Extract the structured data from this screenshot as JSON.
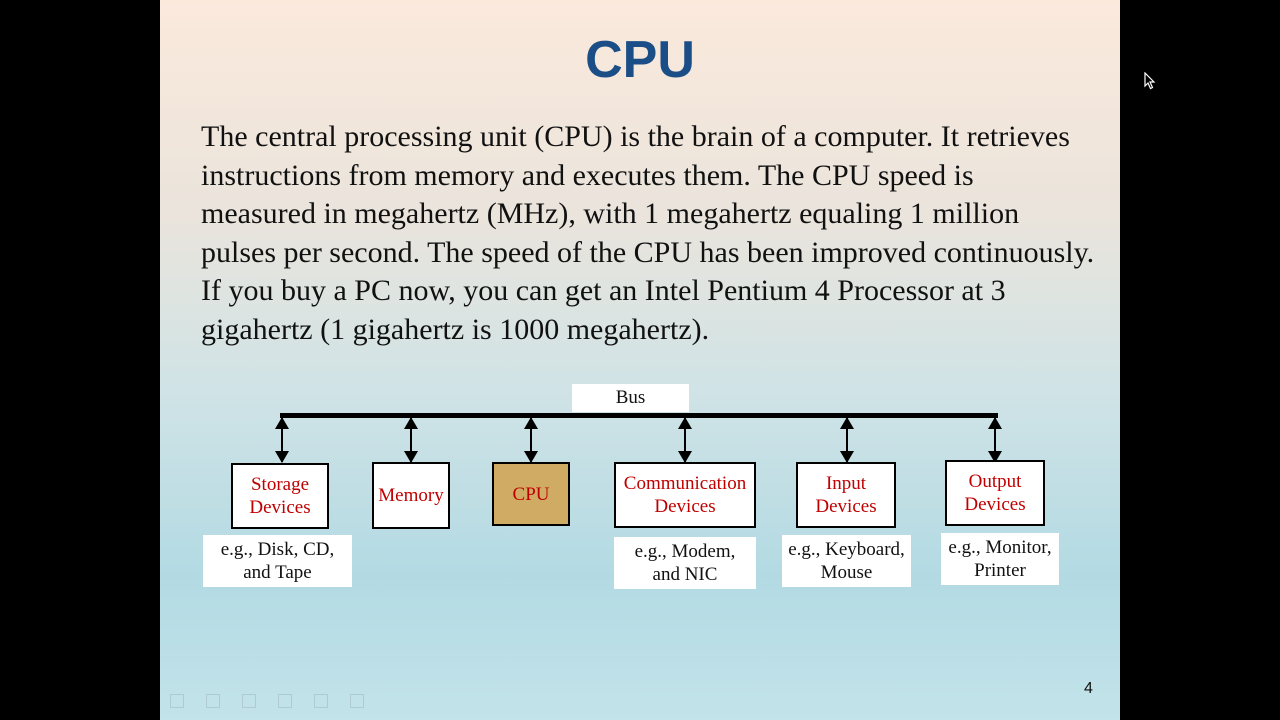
{
  "slide": {
    "title": "CPU",
    "paragraph": "The central processing unit (CPU) is the brain of a computer. It retrieves instructions from memory and executes them. The CPU speed is measured in megahertz (MHz), with 1 megahertz equaling 1 million pulses per second. The speed of the CPU has been improved continuously. If you buy a PC now, you can get an Intel Pentium 4 Processor at 3 gigahertz (1 gigahertz is 1000 megahertz).",
    "page_number": "4"
  },
  "diagram": {
    "bus_label": "Bus",
    "storage": {
      "label_1": "Storage",
      "label_2": "Devices",
      "note_1": "e.g., Disk, CD,",
      "note_2": "and Tape"
    },
    "memory": {
      "label": "Memory"
    },
    "cpu": {
      "label": "CPU"
    },
    "communication": {
      "label_1": "Communication",
      "label_2": "Devices",
      "note_1": "e.g., Modem,",
      "note_2": "and NIC"
    },
    "input": {
      "label_1": "Input",
      "label_2": "Devices",
      "note_1": "e.g., Keyboard,",
      "note_2": "Mouse"
    },
    "output": {
      "label_1": "Output",
      "label_2": "Devices",
      "note_1": "e.g., Monitor,",
      "note_2": "Printer"
    }
  },
  "colors": {
    "title": "#1b4e86",
    "component_text": "#c00000",
    "cpu_fill": "#d0ab63"
  },
  "icons": {
    "cursor": "mouse-pointer-icon"
  }
}
